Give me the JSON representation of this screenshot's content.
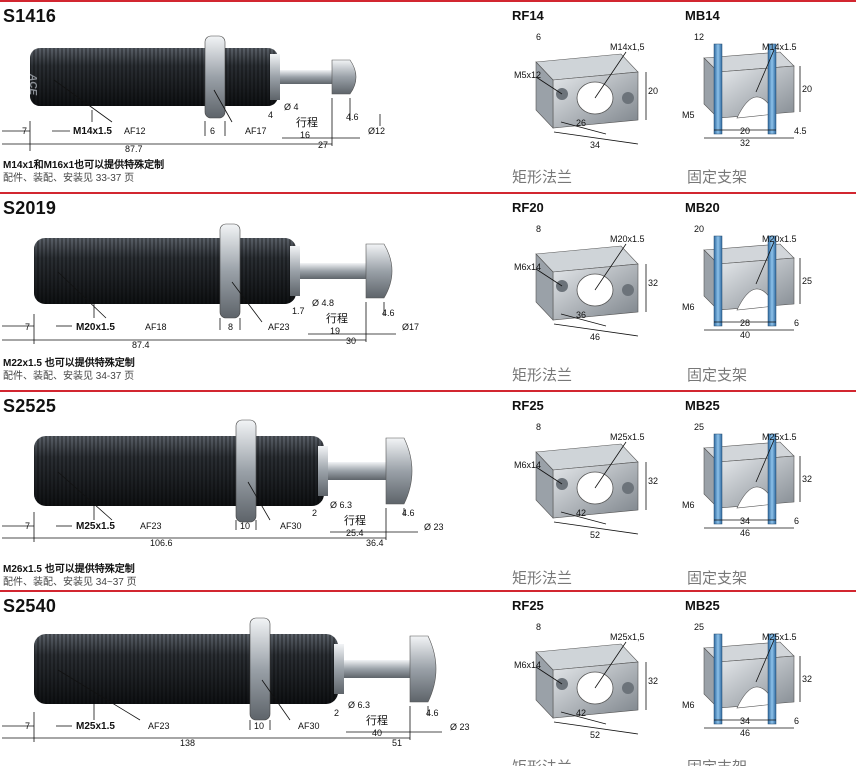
{
  "sections": [
    {
      "model": "S1416",
      "rf_title": "RF14",
      "mb_title": "MB14",
      "note_bold": "M14x1和M16x1也可以提供特殊定制",
      "note_sub": "配件、装配、安装见 33-37 页",
      "rf_caption": "矩形法兰",
      "mb_caption": "固定支架",
      "thread": "M14x1.5",
      "af_body": "AF12",
      "af_nut": "AF17",
      "dim_left": "7",
      "dim_nut": "6",
      "dim_shoulder": "4",
      "dim_rod_dia": "Ø 4",
      "stroke_label": "行程",
      "stroke_val": "16",
      "dim_head": "4.6",
      "dim_head_dia": "Ø12",
      "dim_total": "87.7",
      "dim_ext": "27",
      "rf": {
        "thread": "M14x1,5",
        "screw": "M5x12",
        "t": "6",
        "h": "20",
        "w1": "26",
        "w2": "34"
      },
      "mb": {
        "thread": "M14x1.5",
        "screw": "M5",
        "t": "12",
        "h": "20",
        "w1": "20",
        "w2": "32",
        "s": "4.5"
      }
    },
    {
      "model": "S2019",
      "rf_title": "RF20",
      "mb_title": "MB20",
      "note_bold": "M22x1.5 也可以提供特殊定制",
      "note_sub": "配件、装配、安装见 34-37 页",
      "rf_caption": "矩形法兰",
      "mb_caption": "固定支架",
      "thread": "M20x1.5",
      "af_body": "AF18",
      "af_nut": "AF23",
      "dim_left": "7",
      "dim_nut": "8",
      "dim_shoulder": "1.7",
      "dim_rod_dia": "Ø 4.8",
      "stroke_label": "行程",
      "stroke_val": "19",
      "dim_head": "4.6",
      "dim_head_dia": "Ø17",
      "dim_total": "87.4",
      "dim_ext": "30",
      "rf": {
        "thread": "M20x1.5",
        "screw": "M6x14",
        "t": "8",
        "h": "32",
        "w1": "36",
        "w2": "46"
      },
      "mb": {
        "thread": "M20x1.5",
        "screw": "M6",
        "t": "20",
        "h": "25",
        "w1": "28",
        "w2": "40",
        "s": "6"
      }
    },
    {
      "model": "S2525",
      "rf_title": "RF25",
      "mb_title": "MB25",
      "note_bold": "M26x1.5 也可以提供特殊定制",
      "note_sub": "配件、装配、安装见 34~37 页",
      "rf_caption": "矩形法兰",
      "mb_caption": "固定支架",
      "thread": "M25x1.5",
      "af_body": "AF23",
      "af_nut": "AF30",
      "dim_left": "7",
      "dim_nut": "10",
      "dim_shoulder": "2",
      "dim_rod_dia": "Ø 6.3",
      "stroke_label": "行程",
      "stroke_val": "25.4",
      "dim_head": "4.6",
      "dim_head_dia": "Ø 23",
      "dim_total": "106.6",
      "dim_ext": "36.4",
      "rf": {
        "thread": "M25x1.5",
        "screw": "M6x14",
        "t": "8",
        "h": "32",
        "w1": "42",
        "w2": "52"
      },
      "mb": {
        "thread": "M25x1.5",
        "screw": "M6",
        "t": "25",
        "h": "32",
        "w1": "34",
        "w2": "46",
        "s": "6"
      }
    },
    {
      "model": "S2540",
      "rf_title": "RF25",
      "mb_title": "MB25",
      "note_bold": "",
      "note_sub": "",
      "rf_caption": "矩形法兰",
      "mb_caption": "固定支架",
      "thread": "M25x1.5",
      "af_body": "AF23",
      "af_nut": "AF30",
      "dim_left": "7",
      "dim_nut": "10",
      "dim_shoulder": "2",
      "dim_rod_dia": "Ø 6.3",
      "stroke_label": "行程",
      "stroke_val": "40",
      "dim_head": "4.6",
      "dim_head_dia": "Ø 23",
      "dim_total": "138",
      "dim_ext": "51",
      "rf": {
        "thread": "M25x1,5",
        "screw": "M6x14",
        "t": "8",
        "h": "32",
        "w1": "42",
        "w2": "52"
      },
      "mb": {
        "thread": "M25x1.5",
        "screw": "M6",
        "t": "25",
        "h": "32",
        "w1": "34",
        "w2": "46",
        "s": "6"
      }
    }
  ]
}
